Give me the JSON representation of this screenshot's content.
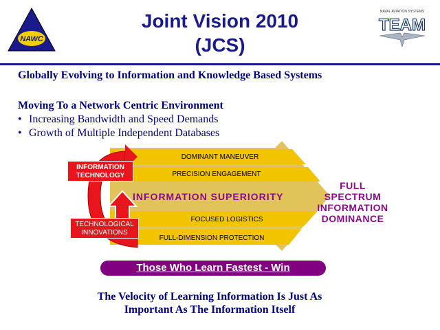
{
  "header": {
    "title_line1": "Joint Vision 2010",
    "title_line2": "(JCS)",
    "left_logo_text": "NAWC",
    "right_logo_caption": "NAVAL AVIATION SYSTEMS",
    "right_logo_text": "TEAM"
  },
  "body": {
    "heading1": "Globally Evolving to Information and Knowledge Based Systems",
    "heading2": "Moving To a Network Centric Environment",
    "bullets": [
      "Increasing Bandwidth and Speed Demands",
      "Growth of Multiple Independent Databases"
    ]
  },
  "diagram": {
    "bands": [
      "DOMINANT MANEUVER",
      "PRECISION ENGAGEMENT",
      "FOCUSED LOGISTICS",
      "FULL-DIMENSION PROTECTION"
    ],
    "center_label": "INFORMATION SUPERIORITY",
    "loop_top_label": "INFORMATION TECHNOLOGY",
    "loop_bottom_label": "TECHNOLOGICAL INNOVATIONS",
    "arrow_target_lines": [
      "FULL",
      "SPECTRUM",
      "INFORMATION",
      "DOMINANCE"
    ],
    "learn_bar": "Those Who Learn Fastest - Win"
  },
  "footer": {
    "line1": "The Velocity of Learning Information Is Just As",
    "line2": "Important As The Information Itself"
  },
  "colors": {
    "title": "#1a1a8c",
    "band": "#f2c400",
    "arrow": "#e0c050",
    "loop_red": "#e8161c",
    "accent_purple": "#8b0a8b"
  }
}
